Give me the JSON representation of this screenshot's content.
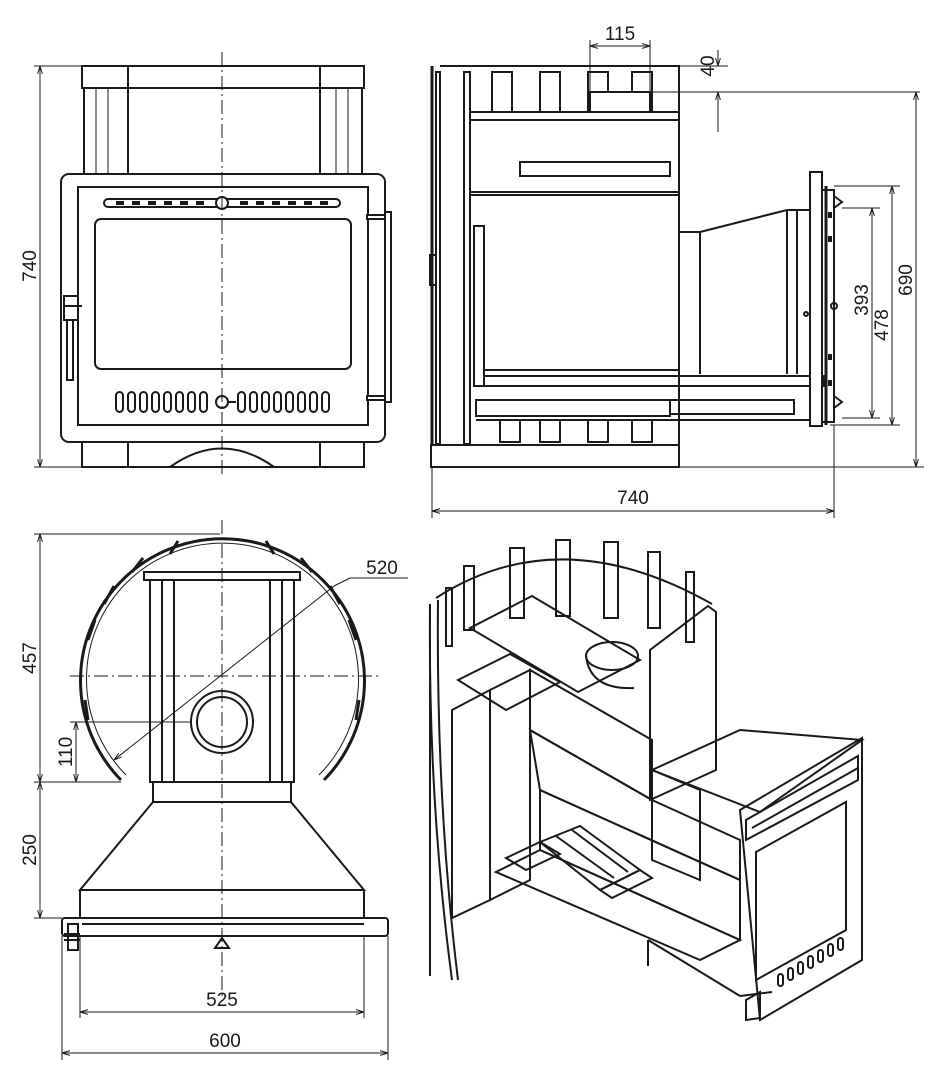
{
  "dimensions": {
    "front_height": "740",
    "side_top_width": "115",
    "side_top_offset": "40",
    "side_total_height": "690",
    "side_door_outer": "478",
    "side_door_inner": "393",
    "side_depth": "740",
    "top_diameter": "520",
    "top_depth": "457",
    "top_flue_offset": "110",
    "top_tunnel_length": "250",
    "top_inner_width": "525",
    "top_outer_width": "600"
  }
}
